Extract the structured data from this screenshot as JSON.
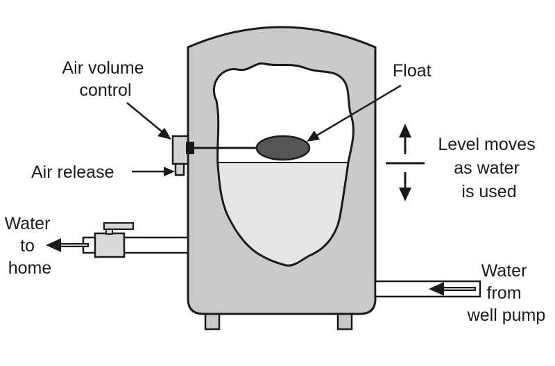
{
  "labels": {
    "air_volume_control": [
      "Air volume",
      "control"
    ],
    "air_release": "Air release",
    "float": "Float",
    "level_moves": [
      "Level moves",
      "as water",
      "is used"
    ],
    "water_to_home": [
      "Water",
      "to",
      "home"
    ],
    "water_from_well_pump": [
      "Water",
      "from",
      "well pump"
    ]
  },
  "colors": {
    "tank": "#c9c9c9",
    "water": "#e5e5e5",
    "air": "#ffffff",
    "float": "#555555",
    "line": "#1a1a1a"
  }
}
